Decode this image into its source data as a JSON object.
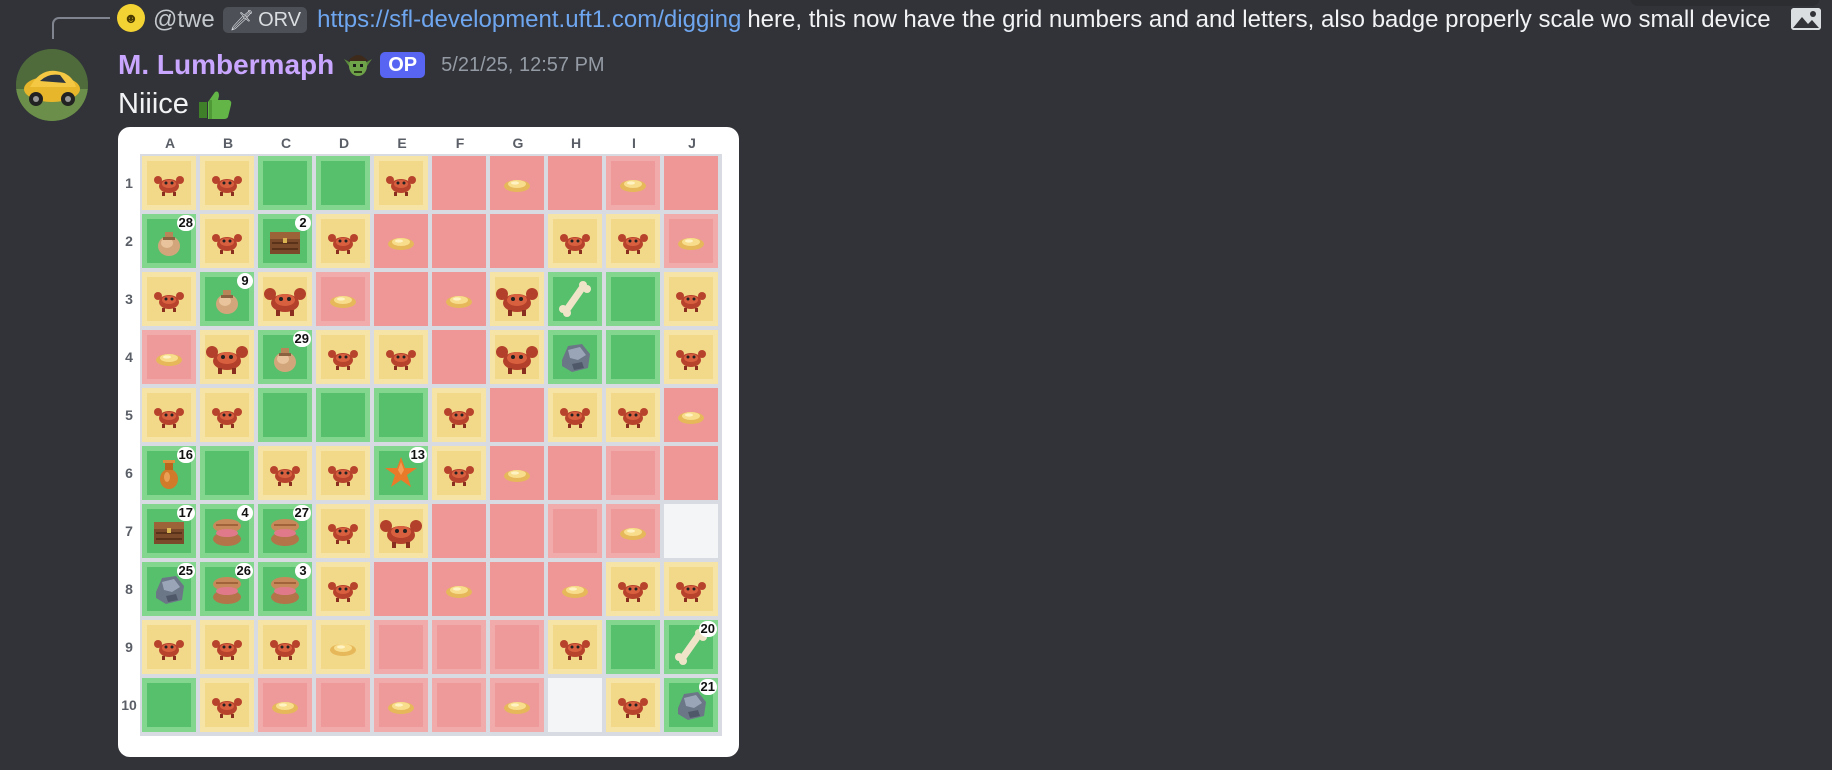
{
  "reply": {
    "name": "@twe",
    "tag": "ORV",
    "link": "https://sfl-development.uft1.com/digging",
    "message": "here, this now have the grid numbers and and letters, also badge properly scale wo small device"
  },
  "message": {
    "username": "M. Lumbermaph",
    "badge": "OP",
    "timestamp": "5/21/25, 12:57 PM",
    "text": "Niiice"
  },
  "grid": {
    "columns": [
      "A",
      "B",
      "C",
      "D",
      "E",
      "F",
      "G",
      "H",
      "I",
      "J"
    ],
    "rows": [
      "1",
      "2",
      "3",
      "4",
      "5",
      "6",
      "7",
      "8",
      "9",
      "10"
    ],
    "cells": [
      [
        [
          "sand",
          "crab",
          ""
        ],
        [
          "sand",
          "crab",
          ""
        ],
        [
          "grass",
          "",
          ""
        ],
        [
          "grass",
          "",
          ""
        ],
        [
          "sand",
          "crab",
          ""
        ],
        [
          "red",
          "",
          ""
        ],
        [
          "red",
          "sand",
          ""
        ],
        [
          "red",
          "",
          ""
        ],
        [
          "redp",
          "sand",
          ""
        ],
        [
          "red",
          "",
          ""
        ]
      ],
      [
        [
          "grass",
          "bag",
          "28"
        ],
        [
          "sand",
          "crab",
          ""
        ],
        [
          "grass",
          "chest",
          "2"
        ],
        [
          "sand",
          "crab",
          ""
        ],
        [
          "red",
          "sand",
          ""
        ],
        [
          "red",
          "",
          ""
        ],
        [
          "red",
          "",
          ""
        ],
        [
          "sand",
          "crab",
          ""
        ],
        [
          "sand",
          "crab",
          ""
        ],
        [
          "redp",
          "sand",
          ""
        ]
      ],
      [
        [
          "sand",
          "crab",
          ""
        ],
        [
          "grass",
          "bag",
          "9"
        ],
        [
          "sand",
          "crabbig",
          ""
        ],
        [
          "redp",
          "sand",
          ""
        ],
        [
          "red",
          "",
          ""
        ],
        [
          "red",
          "sand",
          ""
        ],
        [
          "sand",
          "crabbig",
          ""
        ],
        [
          "grass",
          "bone",
          ""
        ],
        [
          "grass",
          "",
          ""
        ],
        [
          "sand",
          "crab",
          ""
        ]
      ],
      [
        [
          "redp",
          "sand",
          ""
        ],
        [
          "sand",
          "crabbig",
          ""
        ],
        [
          "grass",
          "bag",
          "29"
        ],
        [
          "sand",
          "crab",
          ""
        ],
        [
          "sand",
          "crab",
          ""
        ],
        [
          "red",
          "",
          ""
        ],
        [
          "sand",
          "crabbig",
          ""
        ],
        [
          "grass",
          "rock",
          ""
        ],
        [
          "grass",
          "",
          ""
        ],
        [
          "sand",
          "crab",
          ""
        ]
      ],
      [
        [
          "sand",
          "crab",
          ""
        ],
        [
          "sand",
          "crab",
          ""
        ],
        [
          "grass",
          "",
          ""
        ],
        [
          "grass",
          "",
          ""
        ],
        [
          "grass",
          "",
          ""
        ],
        [
          "sand",
          "crab",
          ""
        ],
        [
          "red",
          "",
          ""
        ],
        [
          "sand",
          "crab",
          ""
        ],
        [
          "sand",
          "crab",
          ""
        ],
        [
          "red",
          "sand",
          ""
        ]
      ],
      [
        [
          "grass",
          "vase",
          "16"
        ],
        [
          "grass",
          "",
          ""
        ],
        [
          "sand",
          "crab",
          ""
        ],
        [
          "sand",
          "crab",
          ""
        ],
        [
          "grass",
          "star",
          "13"
        ],
        [
          "sand",
          "crab",
          ""
        ],
        [
          "red",
          "sand",
          ""
        ],
        [
          "red",
          "",
          ""
        ],
        [
          "redp",
          "",
          ""
        ],
        [
          "red",
          "",
          ""
        ]
      ],
      [
        [
          "grass",
          "chest",
          "17"
        ],
        [
          "grass",
          "clam",
          "4"
        ],
        [
          "grass",
          "clam",
          "27"
        ],
        [
          "sand",
          "crab",
          ""
        ],
        [
          "sand",
          "crabbig",
          ""
        ],
        [
          "red",
          "",
          ""
        ],
        [
          "red",
          "",
          ""
        ],
        [
          "redp",
          "",
          ""
        ],
        [
          "redp",
          "sand",
          ""
        ],
        [
          "white",
          "",
          ""
        ]
      ],
      [
        [
          "grass",
          "rock",
          "25"
        ],
        [
          "grass",
          "clam",
          "26"
        ],
        [
          "grass",
          "clam",
          "3"
        ],
        [
          "sand",
          "crab",
          ""
        ],
        [
          "red",
          "",
          ""
        ],
        [
          "red",
          "sand",
          ""
        ],
        [
          "red",
          "",
          ""
        ],
        [
          "red",
          "sand",
          ""
        ],
        [
          "sand",
          "crab",
          ""
        ],
        [
          "sand",
          "crab",
          ""
        ]
      ],
      [
        [
          "sand",
          "crab",
          ""
        ],
        [
          "sand",
          "crab",
          ""
        ],
        [
          "sand",
          "crab",
          ""
        ],
        [
          "sand",
          "sand",
          ""
        ],
        [
          "redp",
          "",
          ""
        ],
        [
          "redp",
          "",
          ""
        ],
        [
          "redp",
          "",
          ""
        ],
        [
          "sand",
          "crab",
          ""
        ],
        [
          "grass",
          "",
          ""
        ],
        [
          "grass",
          "bone",
          "20"
        ]
      ],
      [
        [
          "grass",
          "",
          ""
        ],
        [
          "sand",
          "crab",
          ""
        ],
        [
          "redp",
          "sand",
          ""
        ],
        [
          "redp",
          "",
          ""
        ],
        [
          "redp",
          "sand",
          ""
        ],
        [
          "redp",
          "",
          ""
        ],
        [
          "redp",
          "sand",
          ""
        ],
        [
          "white",
          "",
          ""
        ],
        [
          "sand",
          "crab",
          ""
        ],
        [
          "grass",
          "rock",
          "21"
        ]
      ]
    ]
  },
  "icons": {
    "crab": "crab-icon",
    "crabbig": "crab-icon",
    "sand": "sand-pile-icon",
    "bag": "treasure-bag-icon",
    "chest": "treasure-chest-icon",
    "bone": "bone-icon",
    "rock": "rock-icon",
    "vase": "vase-icon",
    "star": "starfish-icon",
    "clam": "clam-icon"
  }
}
